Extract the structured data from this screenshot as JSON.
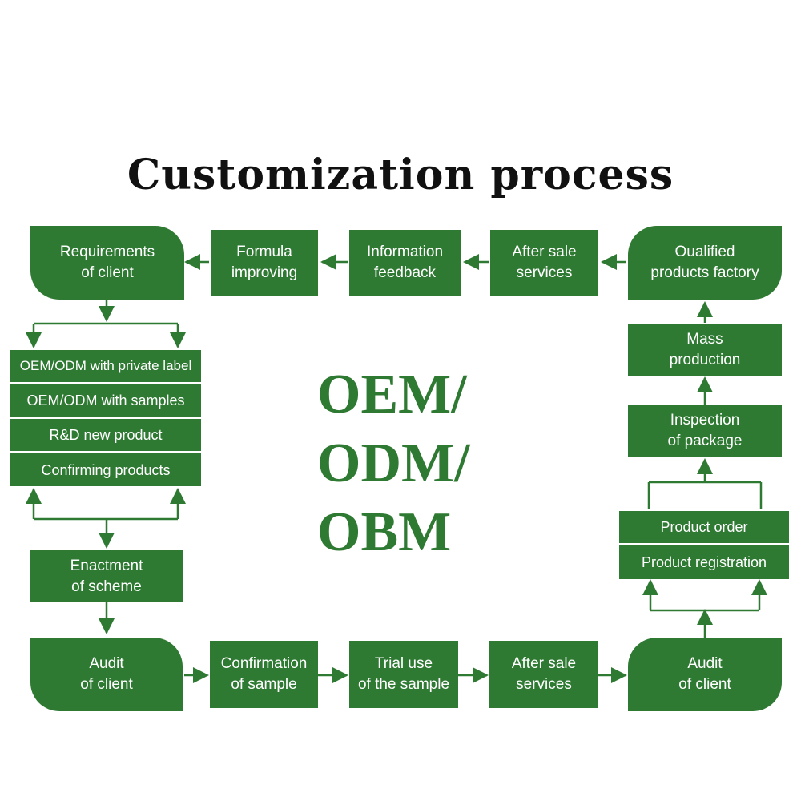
{
  "title": "Customization process",
  "center": [
    "OEM/",
    "ODM/",
    "OBM"
  ],
  "colors": {
    "box_fill": "#2f7a33",
    "arrow": "#2f7a33",
    "title": "#111111"
  },
  "top_row": {
    "requirements": "Requirements\nof client",
    "formula": "Formula\nimproving",
    "information": "Information\nfeedback",
    "after_sale": "After sale\nservices",
    "qualified": "Oualified\nproducts factory"
  },
  "left_stack": [
    "OEM/ODM with private label",
    "OEM/ODM with samples",
    "R&D new product",
    "Confirming products"
  ],
  "enactment": "Enactment\nof scheme",
  "bottom_row": {
    "audit_left": "Audit\nof client",
    "confirmation": "Confirmation\nof sample",
    "trial": "Trial use\nof the sample",
    "after_sale": "After sale\nservices",
    "audit_right": "Audit\nof client"
  },
  "right_column": {
    "mass": "Mass\nproduction",
    "inspection": "Inspection\nof package",
    "stack": [
      "Product order",
      "Product registration"
    ]
  }
}
